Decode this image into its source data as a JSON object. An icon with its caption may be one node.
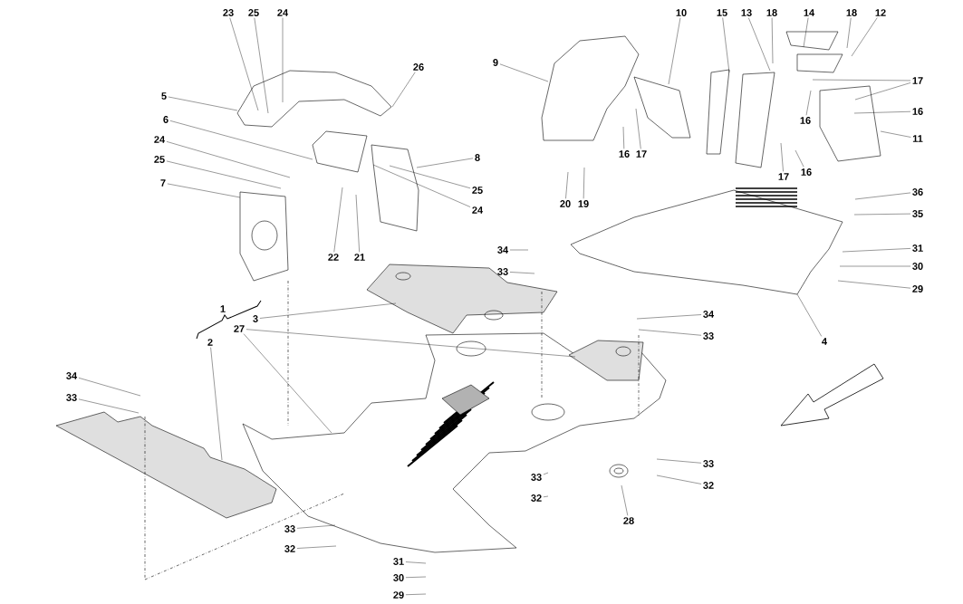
{
  "diagram": {
    "nodes": [
      {
        "text": [
          "23"
        ]
      },
      {
        "text": [
          "25"
        ]
      },
      {
        "text": [
          "24"
        ]
      },
      {
        "text": [
          "26"
        ]
      },
      {
        "text": [
          "5"
        ]
      },
      {
        "text": [
          "6"
        ]
      },
      {
        "text": [
          "24"
        ]
      },
      {
        "text": [
          "25"
        ]
      },
      {
        "text": [
          "7"
        ]
      },
      {
        "text": [
          "22"
        ]
      },
      {
        "text": [
          "21"
        ]
      },
      {
        "text": [
          "8"
        ]
      },
      {
        "text": [
          "25"
        ]
      },
      {
        "text": [
          "24"
        ]
      },
      {
        "text": [
          "9"
        ]
      },
      {
        "text": [
          "10"
        ]
      },
      {
        "text": [
          "15"
        ]
      },
      {
        "text": [
          "13"
        ]
      },
      {
        "text": [
          "18"
        ]
      },
      {
        "text": [
          "14"
        ]
      },
      {
        "text": [
          "18"
        ]
      },
      {
        "text": [
          "12"
        ]
      },
      {
        "text": [
          "17"
        ]
      },
      {
        "text": [
          "16"
        ]
      },
      {
        "text": [
          "11"
        ]
      },
      {
        "text": [
          "16"
        ]
      },
      {
        "text": [
          "16"
        ]
      },
      {
        "text": [
          "17"
        ]
      },
      {
        "text": [
          "17"
        ]
      },
      {
        "text": [
          "16"
        ]
      },
      {
        "text": [
          "20"
        ]
      },
      {
        "text": [
          "19"
        ]
      },
      {
        "text": [
          "36"
        ]
      },
      {
        "text": [
          "35"
        ]
      },
      {
        "text": [
          "31"
        ]
      },
      {
        "text": [
          "30"
        ]
      },
      {
        "text": [
          "29"
        ]
      },
      {
        "text": [
          "4"
        ]
      },
      {
        "text": [
          "34"
        ]
      },
      {
        "text": [
          "33"
        ]
      },
      {
        "text": [
          "3"
        ]
      },
      {
        "text": [
          "27"
        ]
      },
      {
        "text": [
          "2"
        ]
      },
      {
        "text": [
          "34"
        ]
      },
      {
        "text": [
          "33"
        ]
      },
      {
        "text": [
          "34"
        ]
      },
      {
        "text": [
          "33"
        ]
      },
      {
        "text": [
          "33"
        ]
      },
      {
        "text": [
          "32"
        ]
      },
      {
        "text": [
          "33"
        ]
      },
      {
        "text": [
          "32"
        ]
      },
      {
        "text": [
          "28"
        ]
      },
      {
        "text": [
          "33"
        ]
      },
      {
        "text": [
          "32"
        ]
      },
      {
        "text": [
          "31"
        ]
      },
      {
        "text": [
          "30"
        ]
      },
      {
        "text": [
          "29"
        ]
      }
    ],
    "edges": [
      {
        "from": 0,
        "to": null,
        "arrow": "none"
      },
      {
        "from": 1,
        "to": null,
        "arrow": "none"
      },
      {
        "from": 2,
        "to": null,
        "arrow": "none"
      },
      {
        "from": 3,
        "to": null,
        "arrow": "none"
      },
      {
        "from": 4,
        "to": null,
        "arrow": "none"
      },
      {
        "from": 5,
        "to": null,
        "arrow": "none"
      },
      {
        "from": 6,
        "to": null,
        "arrow": "none"
      },
      {
        "from": 7,
        "to": null,
        "arrow": "none"
      },
      {
        "from": 8,
        "to": null,
        "arrow": "none"
      },
      {
        "from": 9,
        "to": null,
        "arrow": "none"
      },
      {
        "from": 10,
        "to": null,
        "arrow": "none"
      },
      {
        "from": 11,
        "to": null,
        "arrow": "none"
      },
      {
        "from": 12,
        "to": null,
        "arrow": "none"
      },
      {
        "from": 13,
        "to": null,
        "arrow": "none"
      },
      {
        "from": 14,
        "to": null,
        "arrow": "none"
      },
      {
        "from": 15,
        "to": null,
        "arrow": "none"
      },
      {
        "from": 16,
        "to": null,
        "arrow": "none"
      },
      {
        "from": 17,
        "to": null,
        "arrow": "none"
      },
      {
        "from": 18,
        "to": null,
        "arrow": "none"
      },
      {
        "from": 19,
        "to": null,
        "arrow": "none"
      },
      {
        "from": 20,
        "to": null,
        "arrow": "none"
      },
      {
        "from": 21,
        "to": null,
        "arrow": "none"
      },
      {
        "from": 22,
        "to": null,
        "arrow": "none"
      },
      {
        "from": 22,
        "to": null,
        "arrow": "none"
      },
      {
        "from": 23,
        "to": null,
        "arrow": "none"
      },
      {
        "from": 24,
        "to": null,
        "arrow": "none"
      },
      {
        "from": 25,
        "to": null,
        "arrow": "none"
      },
      {
        "from": 26,
        "to": null,
        "arrow": "none"
      },
      {
        "from": 27,
        "to": null,
        "arrow": "none"
      },
      {
        "from": 28,
        "to": null,
        "arrow": "none"
      },
      {
        "from": 29,
        "to": null,
        "arrow": "none"
      },
      {
        "from": 30,
        "to": null,
        "arrow": "none"
      },
      {
        "from": 31,
        "to": null,
        "arrow": "none"
      },
      {
        "from": 32,
        "to": null,
        "arrow": "none"
      },
      {
        "from": 33,
        "to": null,
        "arrow": "none"
      },
      {
        "from": 34,
        "to": null,
        "arrow": "none"
      },
      {
        "from": 35,
        "to": null,
        "arrow": "none"
      },
      {
        "from": 36,
        "to": null,
        "arrow": "none"
      },
      {
        "from": 37,
        "to": null,
        "arrow": "none"
      },
      {
        "from": 38,
        "to": null,
        "arrow": "none"
      },
      {
        "from": 39,
        "to": null,
        "arrow": "none"
      },
      {
        "from": 40,
        "to": null,
        "arrow": "none"
      },
      {
        "from": 41,
        "to": null,
        "arrow": "none"
      },
      {
        "from": 41,
        "to": null,
        "arrow": "none"
      },
      {
        "from": 42,
        "to": null,
        "arrow": "none"
      },
      {
        "from": 43,
        "to": null,
        "arrow": "none"
      },
      {
        "from": 44,
        "to": null,
        "arrow": "none"
      },
      {
        "from": 45,
        "to": null,
        "arrow": "none"
      },
      {
        "from": 46,
        "to": null,
        "arrow": "none"
      },
      {
        "from": 47,
        "to": null,
        "arrow": "none"
      },
      {
        "from": 48,
        "to": null,
        "arrow": "none"
      },
      {
        "from": 49,
        "to": null,
        "arrow": "none"
      },
      {
        "from": 50,
        "to": null,
        "arrow": "none"
      },
      {
        "from": 51,
        "to": null,
        "arrow": "none"
      },
      {
        "from": 52,
        "to": null,
        "arrow": "none"
      },
      {
        "from": 53,
        "to": null,
        "arrow": "none"
      },
      {
        "from": 54,
        "to": null,
        "arrow": "none"
      },
      {
        "from": 55,
        "to": null,
        "arrow": "none"
      },
      {
        "from": 56,
        "to": null,
        "arrow": "none"
      }
    ],
    "labels": [
      "1"
    ]
  }
}
